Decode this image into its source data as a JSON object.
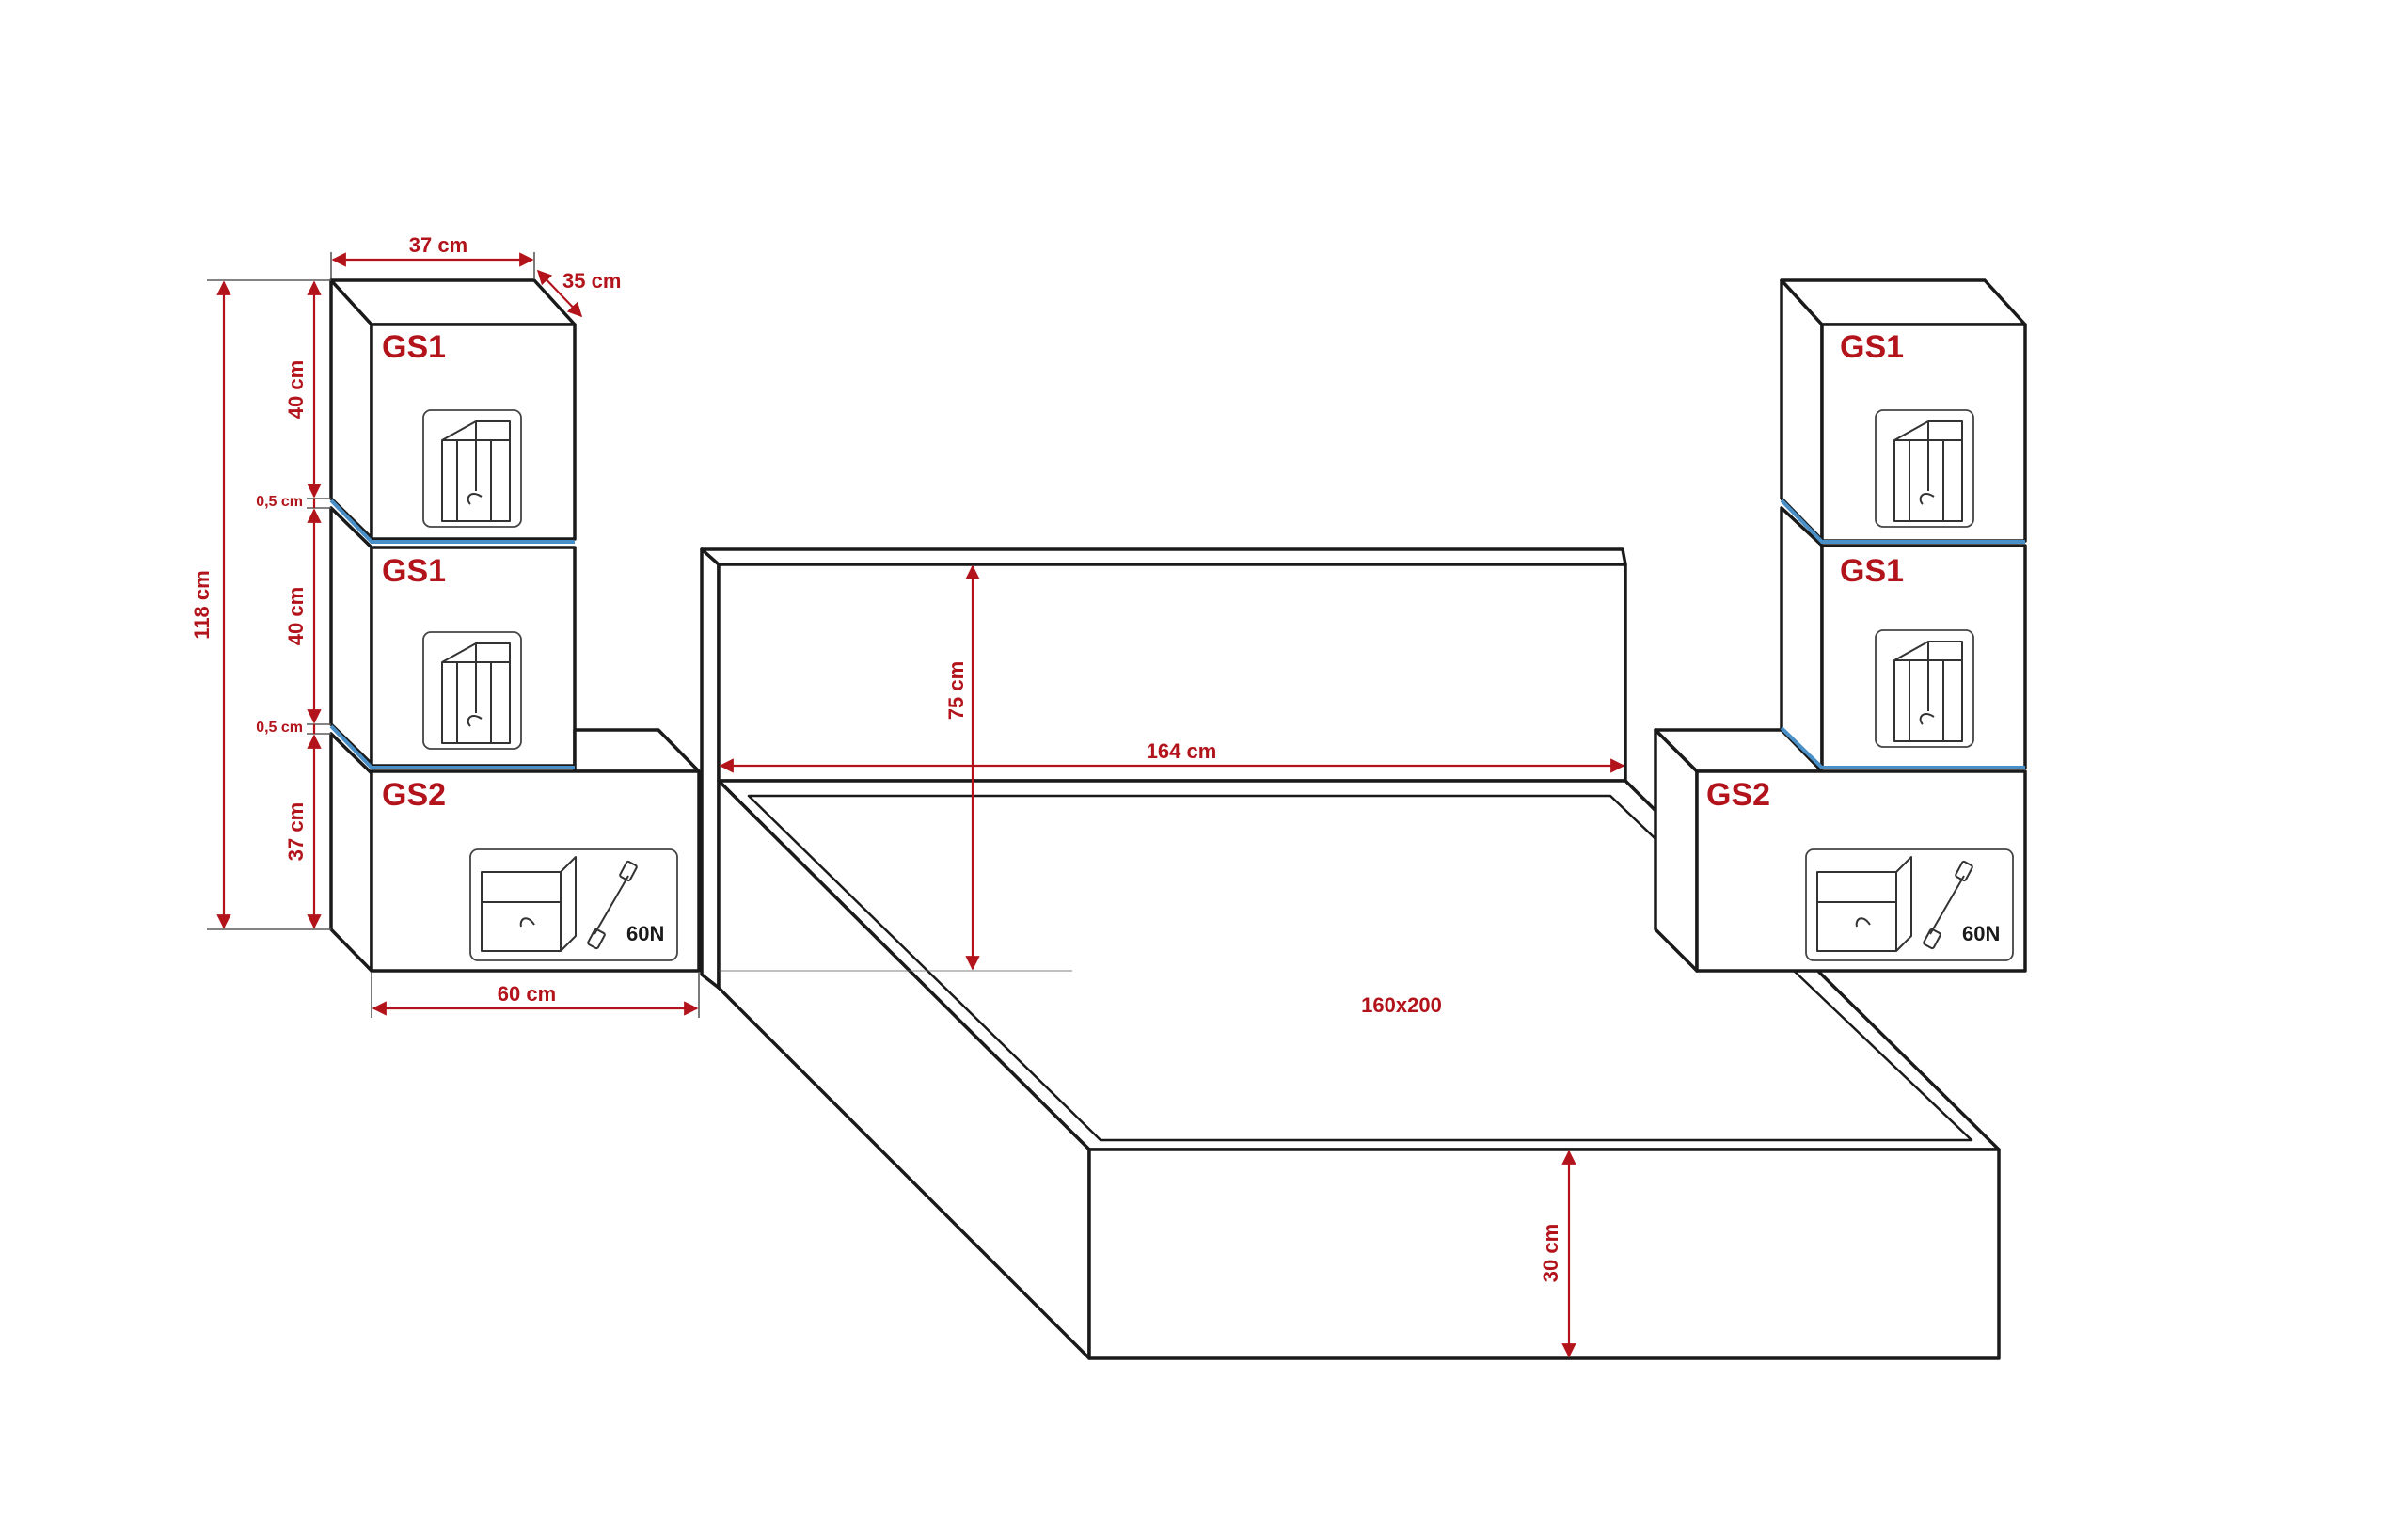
{
  "colors": {
    "dimension": "#b3141c",
    "outline": "#1a1a1a",
    "led": "#4a90c8",
    "background": "#ffffff"
  },
  "left_module": {
    "width": "37 cm",
    "depth": "35 cm",
    "total_height": "118 cm",
    "cabinet_height_top": "40 cm",
    "cabinet_height_mid": "40 cm",
    "gap_1": "0,5 cm",
    "gap_2": "0,5 cm",
    "drawer_height": "37 cm",
    "drawer_width": "60 cm",
    "top_label": "GS1",
    "mid_label": "GS1",
    "bottom_label": "GS2",
    "drawer_force": "60N"
  },
  "right_module": {
    "top_label": "GS1",
    "mid_label": "GS1",
    "bottom_label": "GS2",
    "drawer_force": "60N"
  },
  "bed": {
    "headboard_height": "75 cm",
    "width": "164 cm",
    "mattress_size": "160x200",
    "frame_height": "30 cm"
  }
}
